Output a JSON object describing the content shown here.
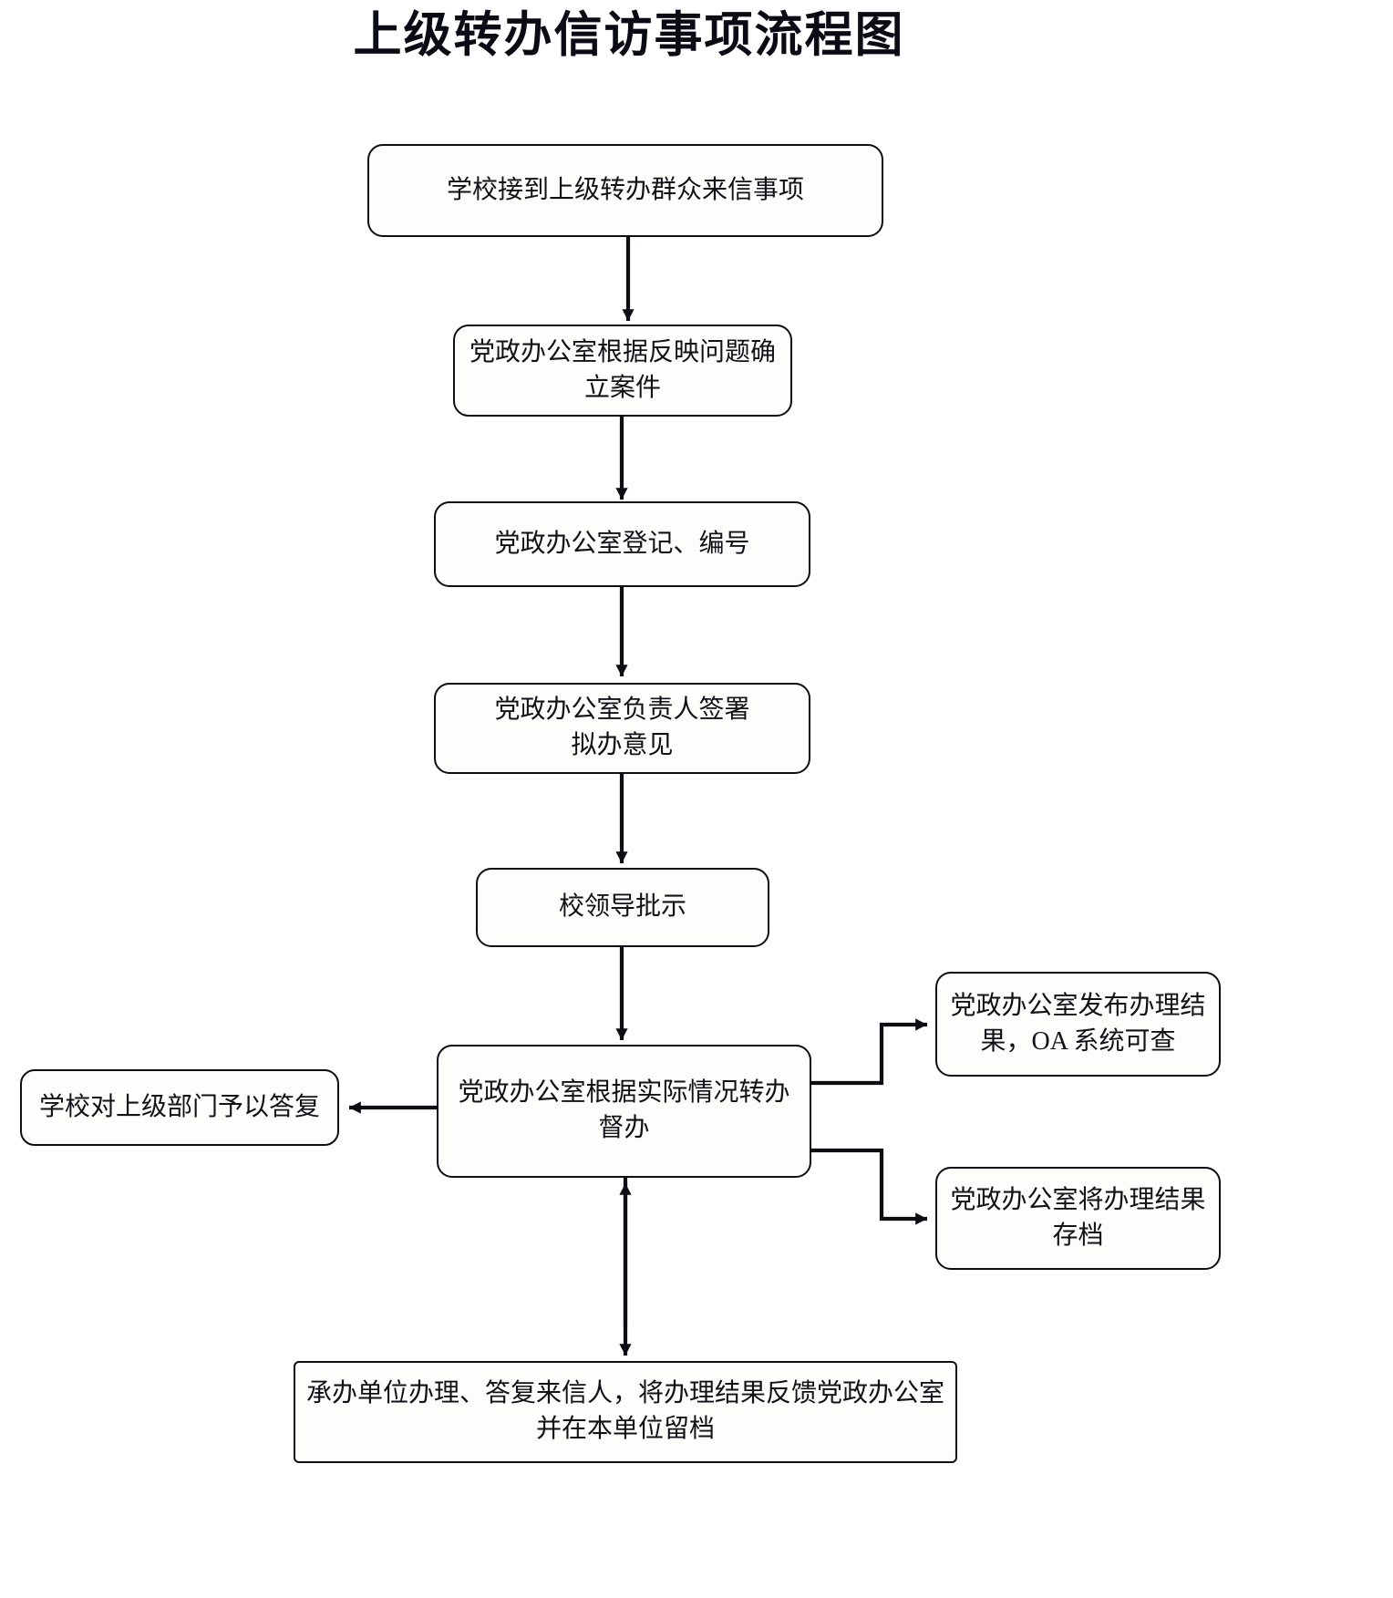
{
  "document": {
    "title": "上级转办信访事项流程图",
    "type": "flowchart",
    "background_color": "#ffffff",
    "line_color": "#0d0d14",
    "text_color": "#111118"
  },
  "nodes": [
    {
      "id": "n1",
      "name": "receive-item",
      "label": "学校接到上级转办群众来信事项",
      "shape": "rounded-rect"
    },
    {
      "id": "n2",
      "name": "establish-case",
      "label": "党政办公室根据反映问题确\n立案件",
      "shape": "rounded-rect"
    },
    {
      "id": "n3",
      "name": "register-number",
      "label": "党政办公室登记、编号",
      "shape": "rounded-rect"
    },
    {
      "id": "n4",
      "name": "sign-opinion",
      "label": "党政办公室负责人签署\n拟办意见",
      "shape": "rounded-rect"
    },
    {
      "id": "n5",
      "name": "leader-instruction",
      "label": "校领导批示",
      "shape": "rounded-rect"
    },
    {
      "id": "n6",
      "name": "transfer-supervise",
      "label": "党政办公室根据实际情况转办\n督办",
      "shape": "rounded-rect"
    },
    {
      "id": "n7",
      "name": "reply-to-superior",
      "label": "学校对上级部门予以答复",
      "shape": "rounded-rect"
    },
    {
      "id": "n8",
      "name": "publish-result-oa",
      "label": "党政办公室发布办理结\n果，OA 系统可查",
      "shape": "rounded-rect"
    },
    {
      "id": "n9",
      "name": "archive-result",
      "label": "党政办公室将办理结果\n存档",
      "shape": "rounded-rect"
    },
    {
      "id": "n10",
      "name": "unit-handle-feedback",
      "label": "承办单位办理、答复来信人，将办理结果反馈党政办公室\n并在本单位留档",
      "shape": "rounded-rect"
    }
  ],
  "edges": [
    {
      "name": "edge-n1-n2",
      "from": "n1",
      "to": "n2",
      "style": "straight-down-arrow"
    },
    {
      "name": "edge-n2-n3",
      "from": "n2",
      "to": "n3",
      "style": "straight-down-arrow"
    },
    {
      "name": "edge-n3-n4",
      "from": "n3",
      "to": "n4",
      "style": "straight-down-arrow"
    },
    {
      "name": "edge-n4-n5",
      "from": "n4",
      "to": "n5",
      "style": "straight-down-arrow"
    },
    {
      "name": "edge-n5-n6",
      "from": "n5",
      "to": "n6",
      "style": "straight-down-arrow"
    },
    {
      "name": "edge-n6-n7",
      "from": "n6",
      "to": "n7",
      "style": "straight-left-arrow"
    },
    {
      "name": "edge-n6-n8",
      "from": "n6",
      "to": "n8",
      "style": "elbow-up-right-arrow"
    },
    {
      "name": "edge-n6-n9",
      "from": "n6",
      "to": "n9",
      "style": "elbow-down-right-arrow"
    },
    {
      "name": "edge-n6-n10",
      "from": "n6",
      "to": "n10",
      "style": "straight-down-arrow"
    },
    {
      "name": "edge-n10-n6",
      "from": "n10",
      "to": "n6",
      "style": "straight-up-arrow"
    }
  ]
}
